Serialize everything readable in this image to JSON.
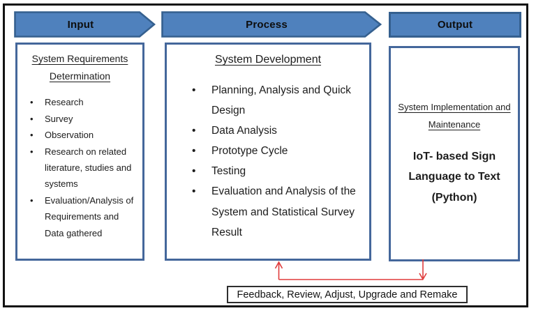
{
  "headers": {
    "input": "Input",
    "process": "Process",
    "output": "Output"
  },
  "input_box": {
    "title": "System Requirements Determination",
    "bullets": [
      "Research",
      "Survey",
      "Observation",
      "Research on related literature, studies and systems",
      "Evaluation/Analysis of Requirements and Data gathered"
    ]
  },
  "process_box": {
    "title": "System Development",
    "bullets": [
      "Planning, Analysis and Quick Design",
      "Data Analysis",
      "Prototype Cycle",
      "Testing",
      "Evaluation and Analysis of the System and Statistical Survey Result"
    ]
  },
  "output_box": {
    "title": "System Implementation and Maintenance",
    "product": "IoT- based Sign Language to Text (Python)"
  },
  "feedback": {
    "label": "Feedback, Review, Adjust, Upgrade and Remake"
  },
  "colors": {
    "arrow_fill": "#4f81bd",
    "arrow_border": "#35608f",
    "box_border": "#44679b",
    "connector_red": "#e03c3c",
    "frame_black": "#121212"
  }
}
